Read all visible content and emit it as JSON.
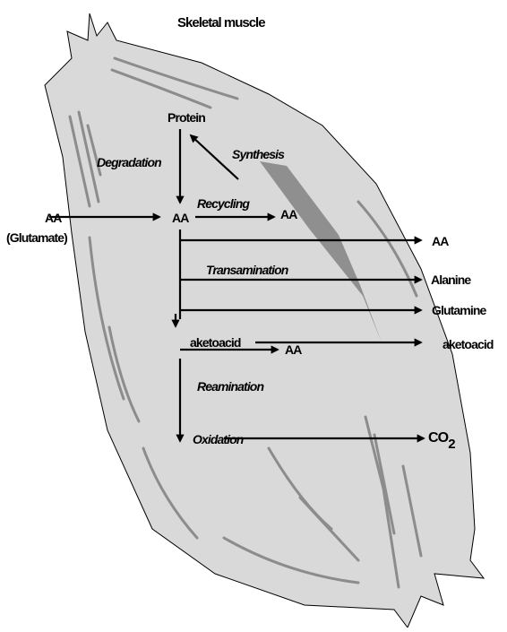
{
  "title": "Skeletal muscle",
  "labels": {
    "protein": "Protein",
    "degradation": "Degradation",
    "synthesis": "Synthesis",
    "aa_center": "AA",
    "recycling": "Recycling",
    "aa_recycled": "AA",
    "aa_input": "AA",
    "glutamate": "(Glutamate)",
    "transamination": "Transamination",
    "aa_out": "AA",
    "alanine": "Alanine",
    "glutamine": "Glutamine",
    "ketoacid_inner": "aketoacid",
    "ketoacid_out": "aketoacid",
    "aa_reamination": "AA",
    "reamination": "Reamination",
    "oxidation": "Oxidation",
    "co2": "CO",
    "co2_subscript": "2"
  },
  "colors": {
    "muscle_fill": "#d9d9d9",
    "muscle_stroke": "#000000",
    "fiber": "#8c8c8c",
    "band": "#8f8f8f",
    "arrow": "#000000"
  }
}
